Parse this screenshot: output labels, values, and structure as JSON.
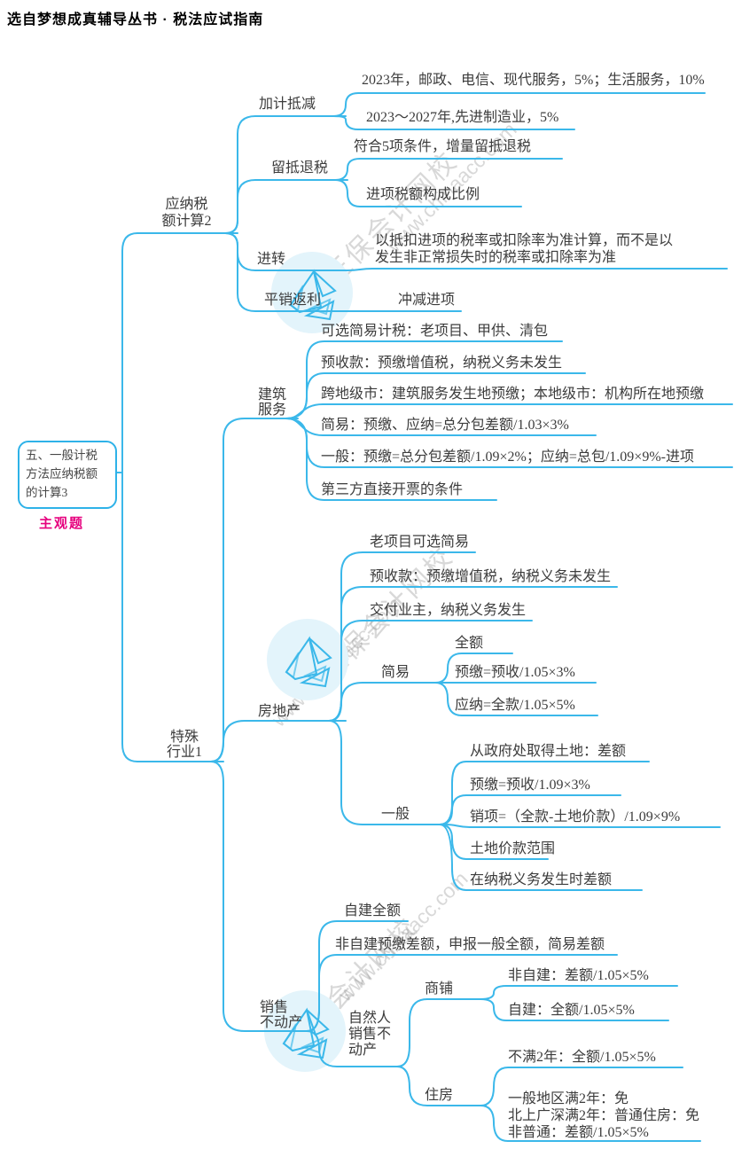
{
  "header": {
    "title": "选自梦想成真辅导丛书 · 税法应试指南"
  },
  "root": {
    "label": "五、一般计税方法应纳税额的计算3",
    "tag": "主观题"
  },
  "watermark": {
    "brand": "正保会计网校",
    "url": "www.chinaacc.com"
  },
  "colors": {
    "line": "#3bb8ea",
    "node_text": "#3c3c3c",
    "tag": "#e6017e",
    "root_border": "#2eb2e8"
  },
  "map": {
    "calc": {
      "label": "应纳税\n额计算2",
      "extra": {
        "label": "加计抵减",
        "l1": "2023年，邮政、电信、现代服务，5%；生活服务，10%",
        "l2": "2023～2027年,先进制造业，5%"
      },
      "refund": {
        "label": "留抵退税",
        "l1": "符合5项条件，增量留抵退税",
        "l2": "进项税额构成比例"
      },
      "transfer": {
        "label": "进转",
        "l1": "以抵扣进项的税率或扣除率为准计算，而不是以\n发生非正常损失时的税率或扣除率为准"
      },
      "rebate": {
        "label": "平销返利",
        "l1": "冲减进项"
      }
    },
    "special": {
      "label": "特殊\n行业1",
      "construction": {
        "label": "建筑\n服务",
        "l1": "可选简易计税：老项目、甲供、清包",
        "l2": "预收款：预缴增值税，纳税义务未发生",
        "l3": "跨地级市：建筑服务发生地预缴；本地级市：机构所在地预缴",
        "l4": "简易：预缴、应纳=总分包差额/1.03×3%",
        "l5": "一般：预缴=总分包差额/1.09×2%；应纳=总包/1.09×9%-进项",
        "l6": "第三方直接开票的条件"
      },
      "realestate": {
        "label": "房地产",
        "l1": "老项目可选简易",
        "l2": "预收款：预缴增值税，纳税义务未发生",
        "l3": "交付业主，纳税义务发生",
        "simple": {
          "label": "简易",
          "l1": "全额",
          "l2": "预缴=预收/1.05×3%",
          "l3": "应纳=全款/1.05×5%"
        },
        "general": {
          "label": "一般",
          "l1": "从政府处取得土地：差额",
          "l2": "预缴=预收/1.09×3%",
          "l3": "销项=（全款-土地价款）/1.09×9%",
          "l4": "土地价款范围",
          "l5": "在纳税义务发生时差额"
        }
      },
      "sale": {
        "label": "销售\n不动产",
        "l1": "自建全额",
        "l2": "非自建预缴差额，申报一般全额，简易差额",
        "person": {
          "label": "自然人\n销售不\n动产",
          "shop": {
            "label": "商铺",
            "l1": "非自建：差额/1.05×5%",
            "l2": "自建：全额/1.05×5%"
          },
          "house": {
            "label": "住房",
            "l1": "不满2年：全额/1.05×5%",
            "l2": "一般地区满2年：免\n北上广深满2年：普通住房：免\n非普通：差额/1.05×5%"
          }
        }
      }
    }
  }
}
